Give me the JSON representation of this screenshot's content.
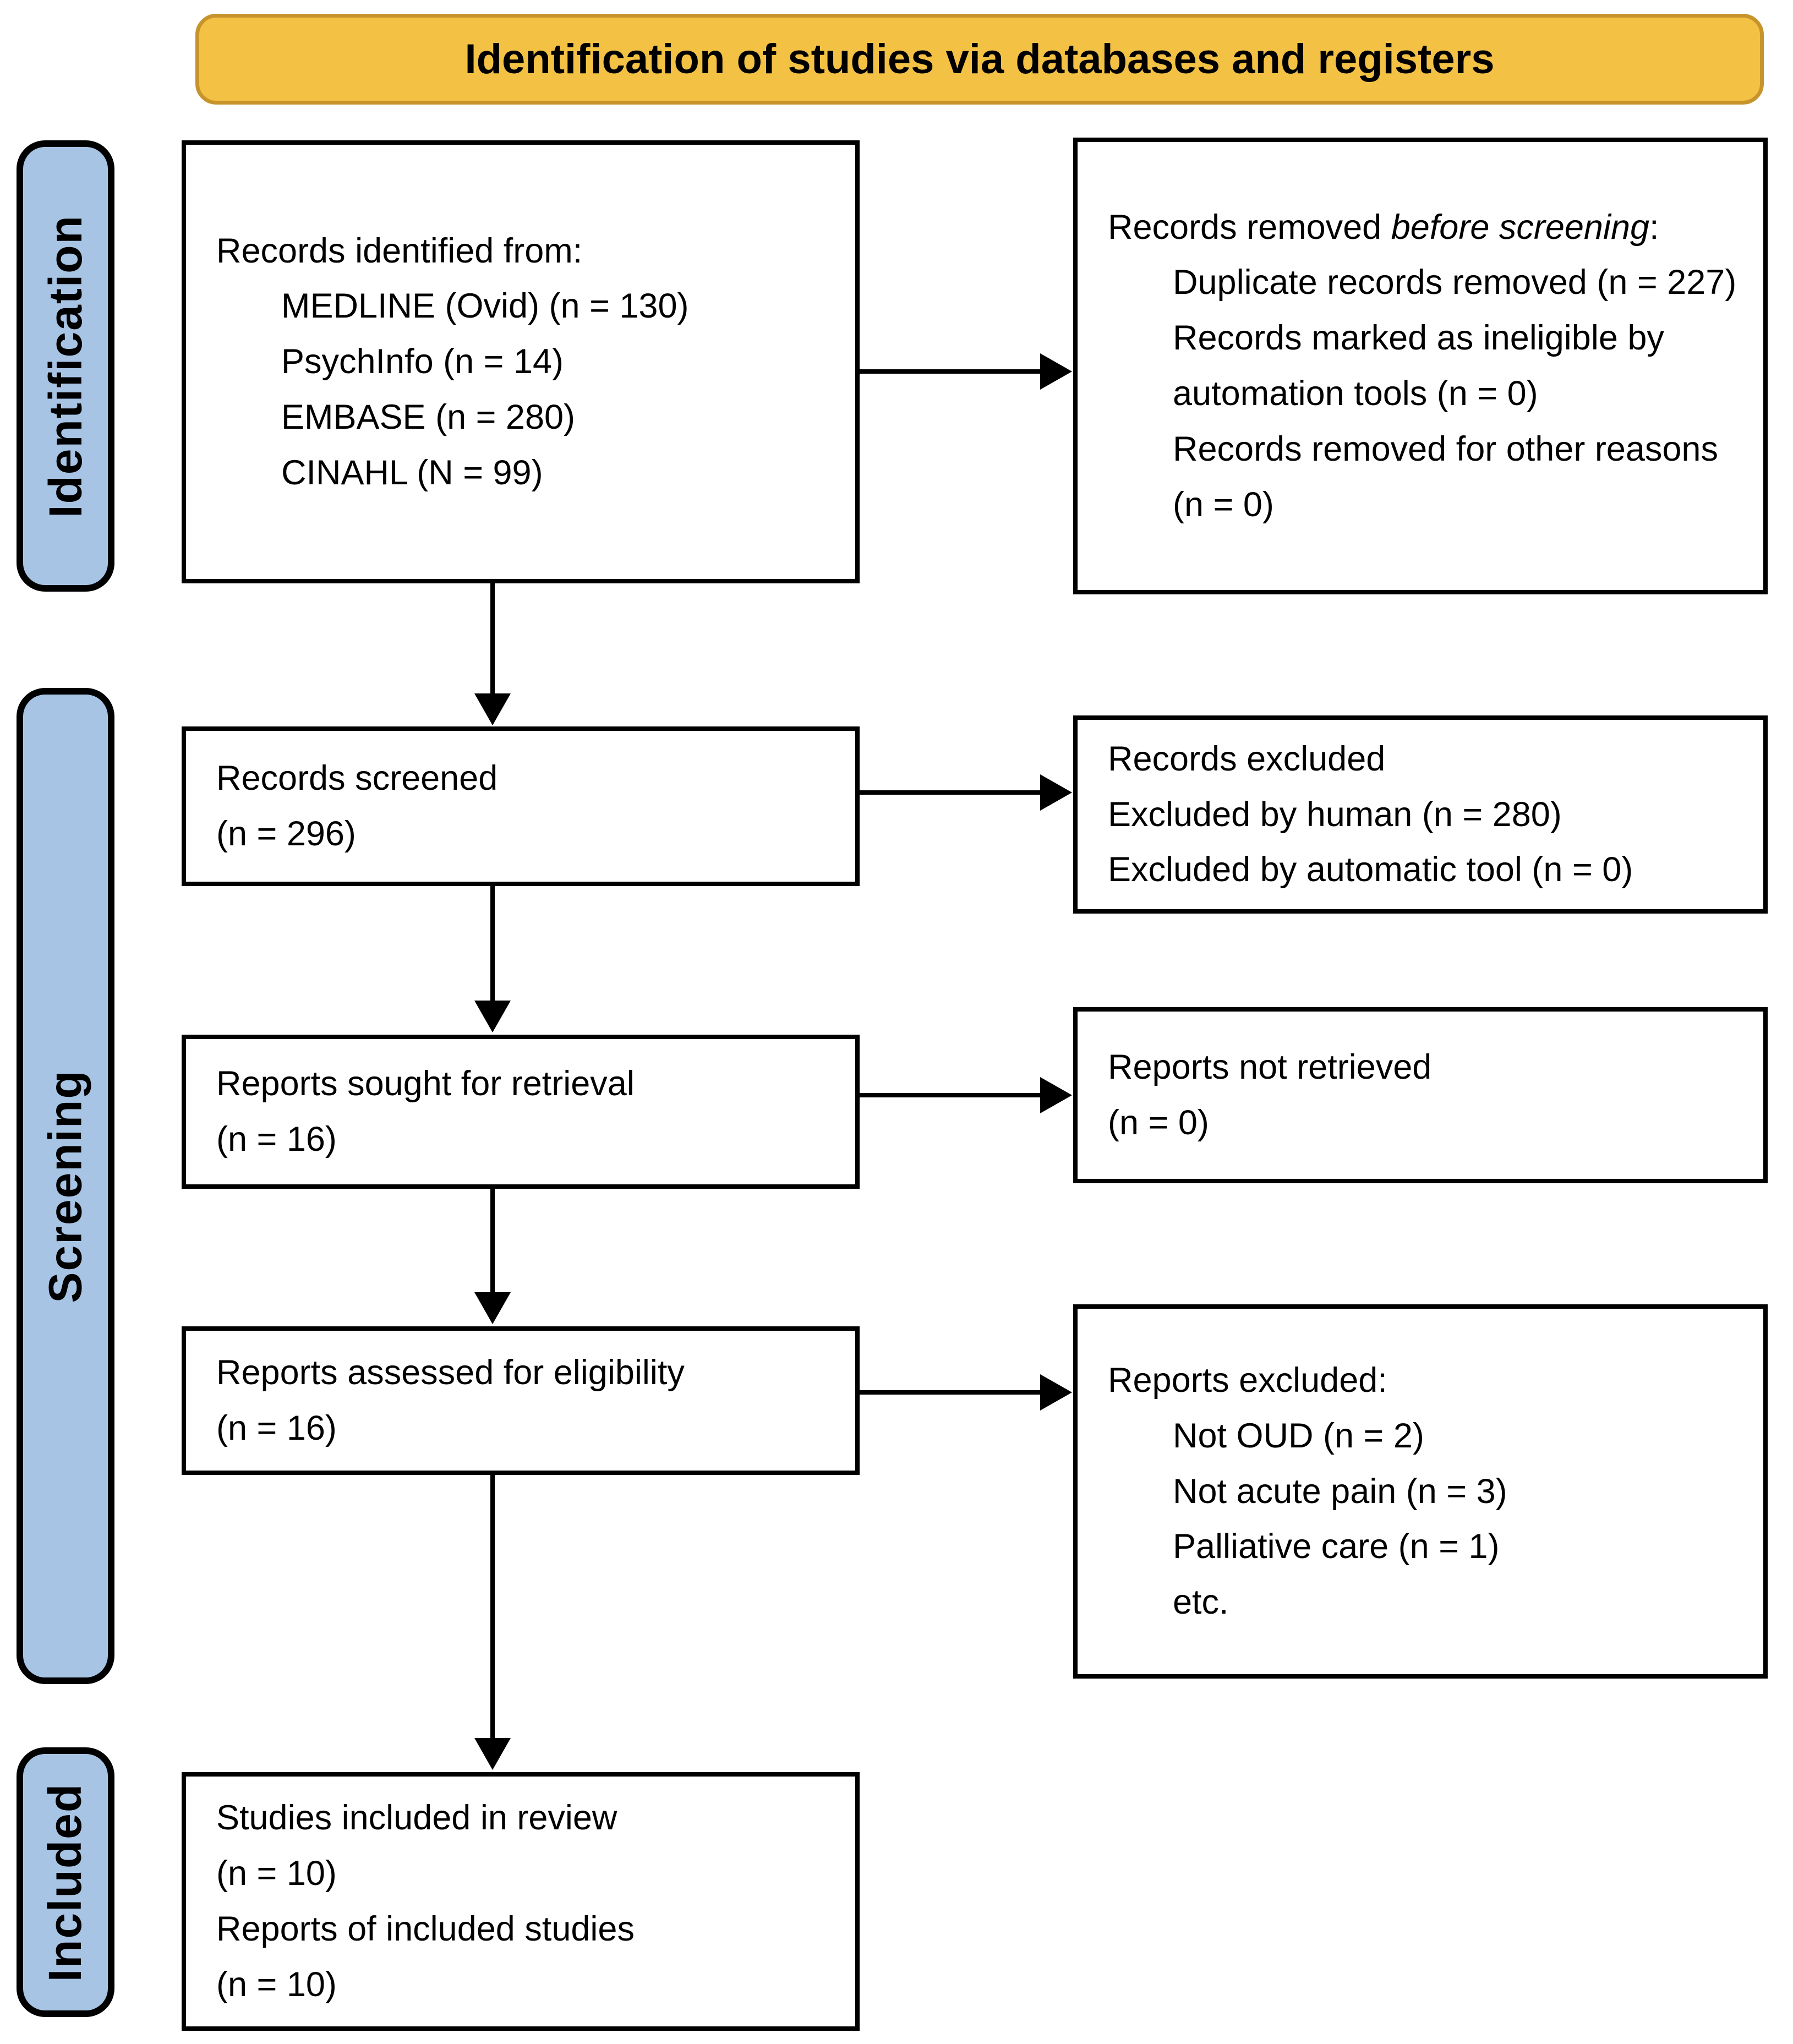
{
  "banner": {
    "label": "Identification of studies via databases and registers"
  },
  "sidebar": {
    "items": [
      {
        "label": "Identification"
      },
      {
        "label": "Screening"
      },
      {
        "label": "Included"
      }
    ]
  },
  "boxes": {
    "identified": {
      "title": "Records identified from:",
      "items": [
        "MEDLINE (Ovid) (n = 130)",
        "PsychInfo (n = 14)",
        "EMBASE (n = 280)",
        "CINAHL (N = 99)"
      ]
    },
    "removed": {
      "title_prefix": "Records removed ",
      "title_italic": "before screening",
      "title_suffix": ":",
      "items": [
        "Duplicate records removed (n = 227)",
        "Records marked as ineligible by automation tools (n = 0)",
        "Records removed for other reasons (n = 0)"
      ]
    },
    "screened": {
      "lines": [
        "Records screened",
        "(n = 296)"
      ]
    },
    "records_excluded": {
      "lines": [
        "Records excluded",
        "Excluded by human (n = 280)",
        "Excluded by automatic tool (n = 0)"
      ]
    },
    "sought": {
      "lines": [
        "Reports sought for retrieval",
        "(n = 16)"
      ]
    },
    "not_retrieved": {
      "lines": [
        "Reports not retrieved",
        "(n = 0)"
      ]
    },
    "assessed": {
      "lines": [
        "Reports assessed for eligibility",
        "(n = 16)"
      ]
    },
    "reports_excluded": {
      "title": "Reports excluded:",
      "items": [
        "Not OUD (n = 2)",
        "Not acute pain (n = 3)",
        "Palliative care (n = 1)",
        "etc."
      ]
    },
    "included_studies": {
      "lines": [
        "Studies included in review",
        "(n = 10)",
        "Reports of included studies",
        "(n = 10)"
      ]
    }
  },
  "colors": {
    "banner_fill": "#F3C245",
    "banner_border": "#C7942C",
    "sidebar_fill": "#A7C4E4",
    "box_background": "#FFFFFF",
    "box_border": "#000000",
    "arrow": "#000000"
  }
}
